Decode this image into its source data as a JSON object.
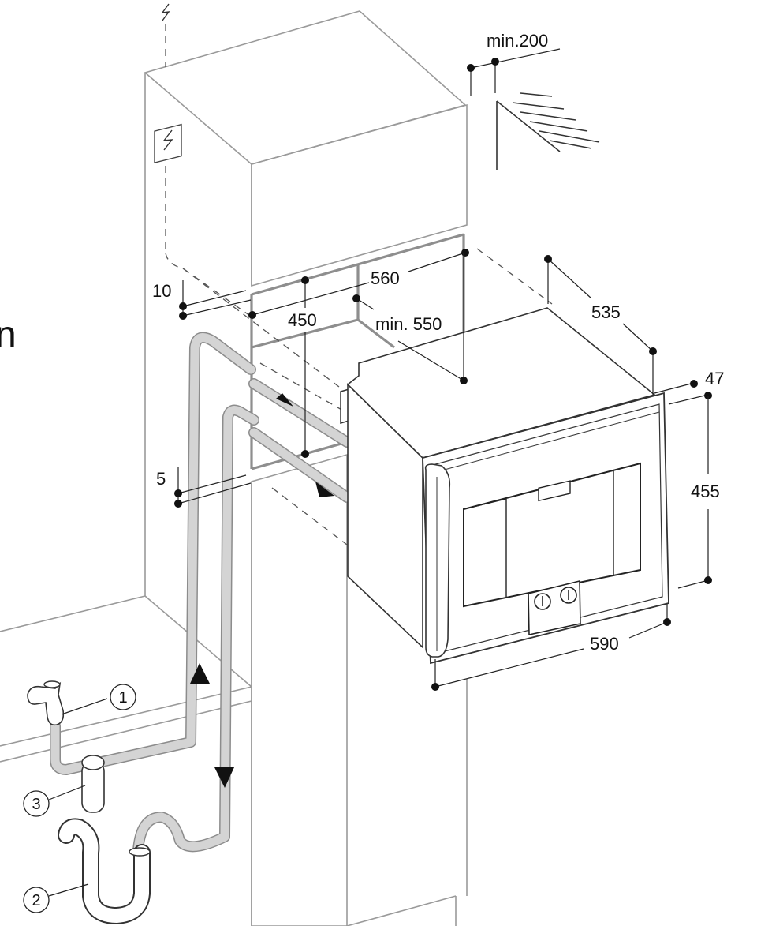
{
  "dimensions": {
    "min200": "min.200",
    "d10": "10",
    "d560": "560",
    "d450": "450",
    "min550": "min. 550",
    "d535": "535",
    "d47": "47",
    "d455": "455",
    "d5": "5",
    "d590": "590"
  },
  "callouts": [
    "1",
    "3",
    "2"
  ],
  "page_fragment": "n"
}
